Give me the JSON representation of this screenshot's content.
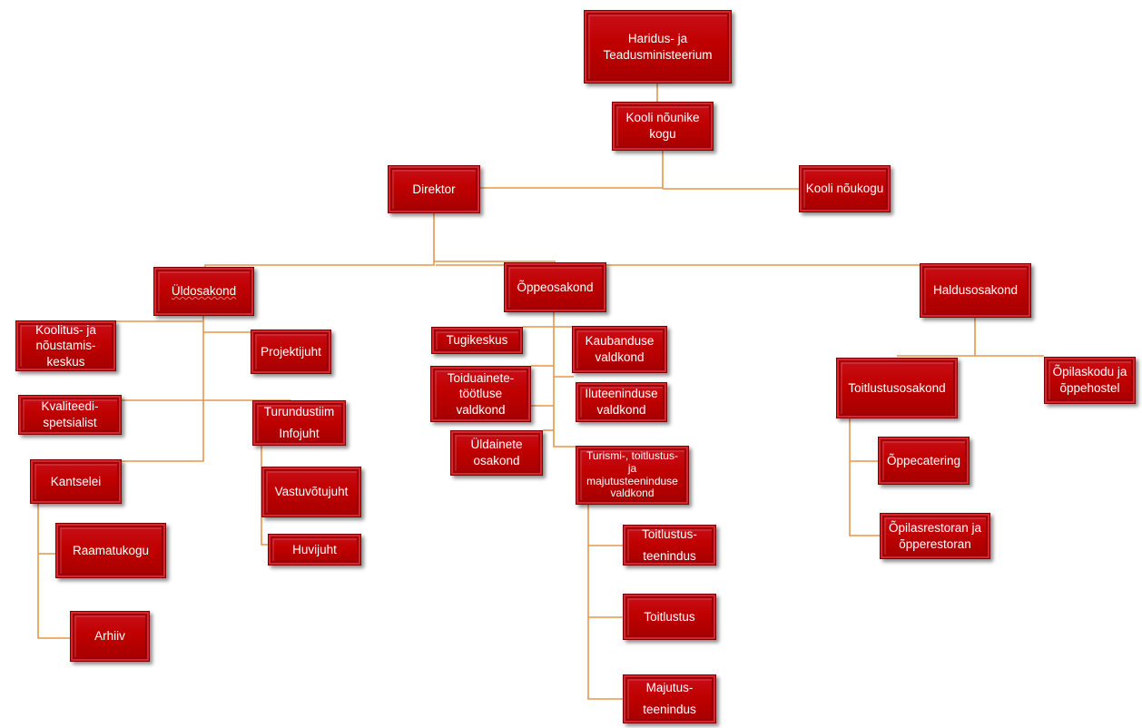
{
  "nodes": {
    "ministry": "Haridus- ja\nTeadusministeerium",
    "advisors": "Kooli nõunike\nkogu",
    "director": "Direktor",
    "council": "Kooli nõukogu",
    "general": "Üldosakond",
    "study": "Õppeosakond",
    "maintenance": "Haldusosakond",
    "training_center": "Koolitus- ja\nnõustamis-\nkeskus",
    "project_manager": "Projektijuht",
    "quality_specialist": "Kvaliteedi-\nspetsialist",
    "marketing_team": "Turundustiim\nInfojuht",
    "office": "Kantselei",
    "reception": "Vastuvõtujuht",
    "library": "Raamatukogu",
    "hobby": "Huvijuht",
    "archive": "Arhiiv",
    "support_center": "Tugikeskus",
    "trade": "Kaubanduse\nvaldkond",
    "food_processing": "Toiduainete-\ntöötluse\nvaldkond",
    "beauty": "Iluteeninduse\nvaldkond",
    "general_subjects": "Üldainete\nosakond",
    "tourism": "Turismi-, toitlustus-\nja\nmajutusteeninduse\nvaldkond",
    "catering_service": "Toitlustus-\nteenindus",
    "catering": "Toitlustus",
    "accommodation": "Majutus-\nteenindus",
    "catering_dept": "Toitlustusosakond",
    "dormitory": "Õpilaskodu ja\nõppehostel",
    "study_catering": "Õppecatering",
    "student_restaurant": "Õpilasrestoran ja\nõpperestoran"
  },
  "colors": {
    "box": "#c00000",
    "connector": "#e8954a"
  }
}
